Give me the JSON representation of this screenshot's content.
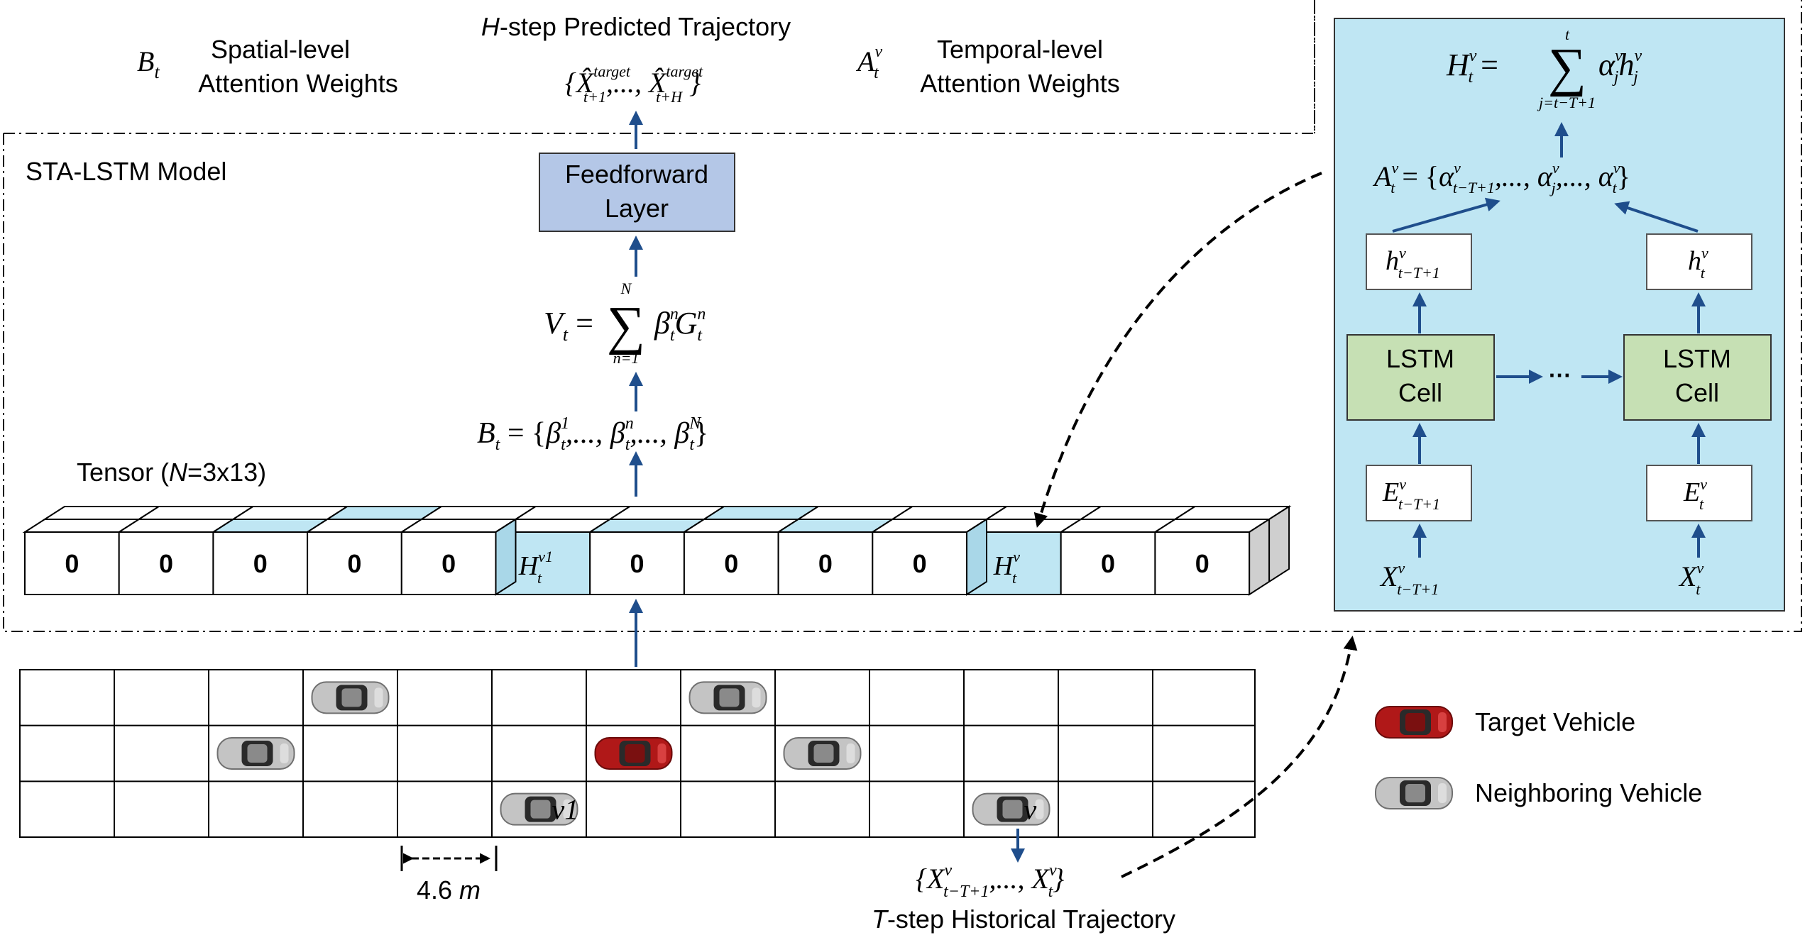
{
  "labels": {
    "spatial_symbol": "B",
    "spatial_symbol_sub": "t",
    "spatial_line1": "Spatial-level",
    "spatial_line2": "Attention Weights",
    "predicted_prefix": "H",
    "predicted_rest": "-step Predicted Trajectory",
    "temporal_symbol": "A",
    "temporal_symbol_sub": "t",
    "temporal_symbol_sup": "v",
    "temporal_line1": "Temporal-level",
    "temporal_line2": "Attention Weights",
    "model_title": "STA-LSTM Model",
    "ff_line1": "Feedforward",
    "ff_line2": "Layer",
    "tensor_prefix": "Tensor (",
    "tensor_n": "N",
    "tensor_suffix": "=3x13)",
    "lane_width": "4.6",
    "lane_width_unit": "m",
    "hist_prefix": "T",
    "hist_rest": "-step Historical Trajectory",
    "vehicle_v1": "v1",
    "vehicle_v": "v",
    "lstm_cell_line1": "LSTM",
    "lstm_cell_line2": "Cell",
    "ellipsis": "···"
  },
  "legend": {
    "target": "Target Vehicle",
    "neighbor": "Neighboring Vehicle"
  },
  "tensor_cells": [
    "0",
    "0",
    "0",
    "0",
    "0",
    "H",
    "0",
    "0",
    "0",
    "0",
    "H",
    "0",
    "0"
  ],
  "tensor_cell_sups": [
    "",
    "",
    "",
    "",
    "",
    "v1",
    "",
    "",
    "",
    "",
    "v",
    "",
    ""
  ],
  "grid": {
    "rows": 3,
    "cols": 13
  },
  "vehicles": [
    {
      "type": "neighbor",
      "row": 0,
      "col": 3
    },
    {
      "type": "neighbor",
      "row": 0,
      "col": 7
    },
    {
      "type": "neighbor",
      "row": 1,
      "col": 2
    },
    {
      "type": "target",
      "row": 1,
      "col": 6
    },
    {
      "type": "neighbor",
      "row": 1,
      "col": 8
    },
    {
      "type": "neighbor",
      "row": 2,
      "col": 5,
      "label": "v1"
    },
    {
      "type": "neighbor",
      "row": 2,
      "col": 10,
      "label": "v"
    }
  ],
  "colors": {
    "accent_blue": "#1f4e8c",
    "ff_fill": "#b4c7e7",
    "lstm_fill": "#c6e0b4",
    "panel_fill": "#bfe6f3",
    "tensor_highlight": "#bfe6f3",
    "target_car": "#b01818",
    "neighbor_car": "#b8b8b8"
  }
}
